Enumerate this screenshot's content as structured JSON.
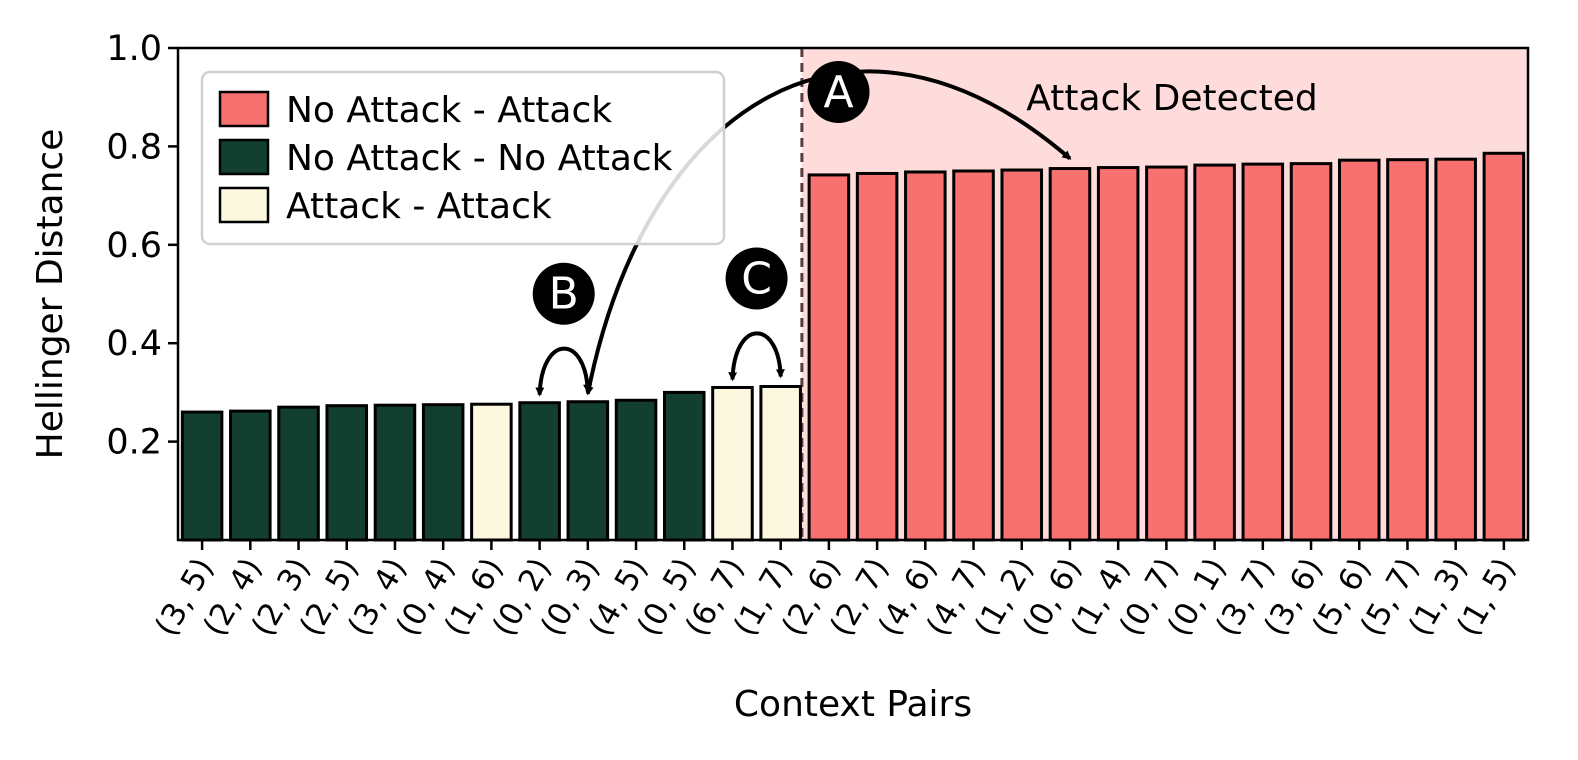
{
  "chart_data": {
    "type": "bar",
    "title": "",
    "xlabel": "Context Pairs",
    "ylabel": "Hellinger Distance",
    "ylim": [
      0,
      1.0
    ],
    "yticks": [
      0.2,
      0.4,
      0.6,
      0.8,
      1.0
    ],
    "grid": false,
    "legend_placement": "top-left",
    "categories": [
      "(3, 5)",
      "(2, 4)",
      "(2, 3)",
      "(2, 5)",
      "(3, 4)",
      "(0, 4)",
      "(1, 6)",
      "(0, 2)",
      "(0, 3)",
      "(4, 5)",
      "(0, 5)",
      "(6, 7)",
      "(1, 7)",
      "(2, 6)",
      "(2, 7)",
      "(4, 6)",
      "(4, 7)",
      "(1, 2)",
      "(0, 6)",
      "(1, 4)",
      "(0, 7)",
      "(0, 1)",
      "(3, 7)",
      "(3, 6)",
      "(5, 6)",
      "(5, 7)",
      "(1, 3)",
      "(1, 5)"
    ],
    "values": [
      0.26,
      0.262,
      0.27,
      0.273,
      0.274,
      0.275,
      0.276,
      0.279,
      0.281,
      0.284,
      0.3,
      0.31,
      0.312,
      0.742,
      0.745,
      0.748,
      0.75,
      0.752,
      0.755,
      0.757,
      0.758,
      0.762,
      0.764,
      0.765,
      0.772,
      0.773,
      0.774,
      0.786
    ],
    "groups": [
      1,
      1,
      1,
      1,
      1,
      1,
      2,
      1,
      1,
      1,
      1,
      2,
      2,
      0,
      0,
      0,
      0,
      0,
      0,
      0,
      0,
      0,
      0,
      0,
      0,
      0,
      0,
      0
    ],
    "series": [
      {
        "name": "No Attack - Attack",
        "color": "#f87171"
      },
      {
        "name": "No Attack - No Attack",
        "color": "#133f30"
      },
      {
        "name": "Attack - Attack",
        "color": "#fcf8e0"
      }
    ],
    "region": {
      "label": "Attack Detected",
      "from_index": 13,
      "color": "#ffdcdc"
    },
    "threshold_line_color": "#5a3b40",
    "annotations": [
      {
        "label": "A",
        "from_index": 8,
        "to_index": 18
      },
      {
        "label": "B",
        "from_index": 7,
        "to_index": 8
      },
      {
        "label": "C",
        "from_index": 11,
        "to_index": 12
      }
    ]
  }
}
